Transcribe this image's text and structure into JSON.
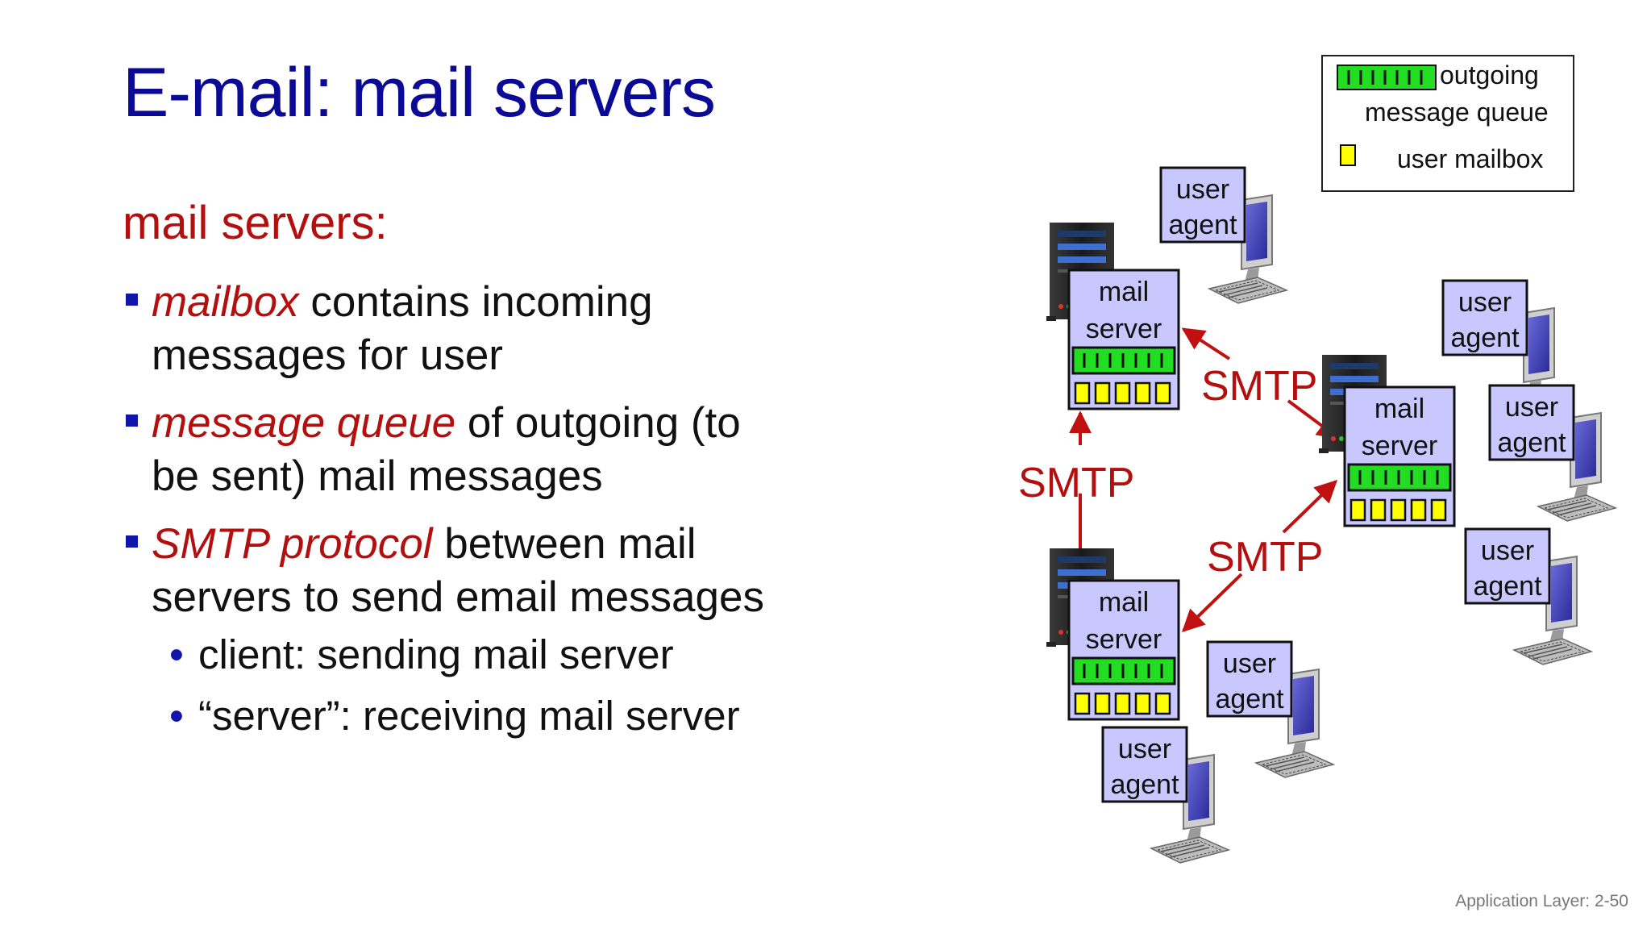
{
  "title": "E-mail: mail servers",
  "subheading": "mail servers:",
  "bullets": [
    {
      "term": "mailbox",
      "rest_line1": " contains incoming",
      "line2": "messages for user"
    },
    {
      "term": "message queue",
      "rest_line1": " of outgoing (to",
      "line2": "be sent) mail messages"
    },
    {
      "term": "SMTP protocol",
      "rest_line1": " between mail",
      "line2": "servers to send email messages"
    }
  ],
  "sub_bullets": [
    "client: sending mail server",
    "“server”: receiving mail server"
  ],
  "legend": {
    "outgoing": "outgoing",
    "message_queue": "message queue",
    "user_mailbox": "user mailbox"
  },
  "user_agent": {
    "line1": "user",
    "line2": "agent"
  },
  "mail_server": {
    "line1": "mail",
    "line2": "server"
  },
  "smtp_label": "SMTP",
  "footer": "Application Layer: 2-50",
  "colors": {
    "title": "#0a0a96",
    "accent_red": "#b30f0f",
    "bullet_blue": "#1016a8",
    "box_fill": "#c8c8ff",
    "queue_green": "#22dd22",
    "mailbox_yellow": "#ffff00"
  }
}
